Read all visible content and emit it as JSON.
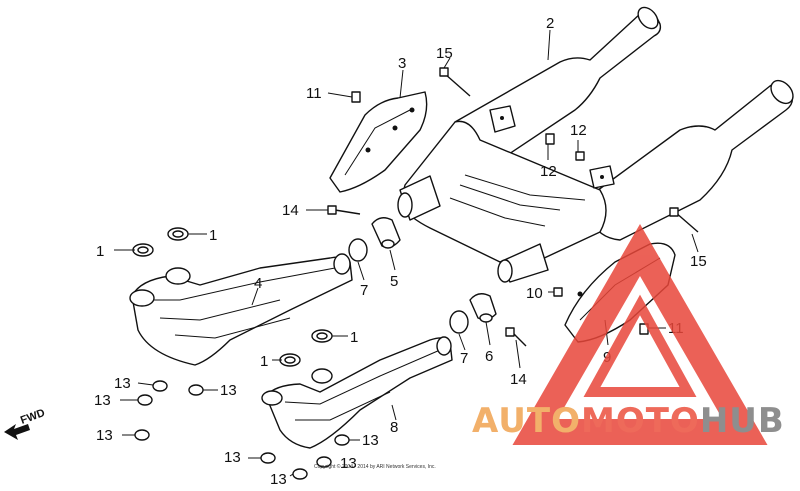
{
  "callouts": {
    "c1a": "1",
    "c1b": "1",
    "c1c": "1",
    "c1d": "1",
    "c2": "2",
    "c3": "3",
    "c4": "4",
    "c5": "5",
    "c6": "6",
    "c7a": "7",
    "c7b": "7",
    "c8": "8",
    "c9": "9",
    "c10": "10",
    "c11a": "11",
    "c11b": "11",
    "c12a": "12",
    "c12b": "12",
    "c13a": "13",
    "c13b": "13",
    "c13c": "13",
    "c13d": "13",
    "c13e": "13",
    "c13f": "13",
    "c13g": "13",
    "c14a": "14",
    "c14b": "14",
    "c15a": "15",
    "c15b": "15"
  },
  "fwd": "FWD",
  "copyright": "Copyright © 2004 - 2014 by ARI Network Services, Inc.",
  "watermark": {
    "auto": "AUTO",
    "moto": "MOTO",
    "hub": "HUB",
    "colors": {
      "auto": "#f2b06a",
      "moto": "#ee6a5a",
      "hub": "#8e8e8e",
      "triangle": "#e8463a"
    }
  }
}
